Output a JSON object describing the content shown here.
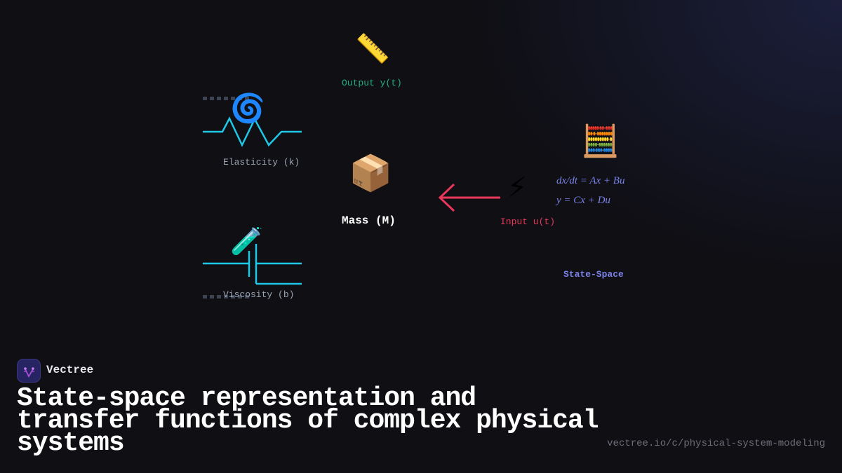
{
  "diagram": {
    "output": {
      "icon": "ruler-icon",
      "glyph": "📏",
      "label": "Output y(t)",
      "color": "#22b07d"
    },
    "spring": {
      "icon": "spiral-icon",
      "glyph": "🌀",
      "label": "Elasticity (k)",
      "color": "#1ec8e6"
    },
    "damper": {
      "icon": "test-tube-icon",
      "glyph": "🧪",
      "label": "Viscosity (b)",
      "color": "#1ec8e6"
    },
    "mass": {
      "icon": "package-icon",
      "glyph": "📦",
      "label": "Mass (M)"
    },
    "input": {
      "icon": "lightning-icon",
      "glyph": "⚡",
      "label": "Input u(t)",
      "arrow_color": "#e8375a"
    },
    "state_space": {
      "icon": "abacus-icon",
      "glyph": "🧮",
      "equations": [
        "dx/dt = Ax + Bu",
        "y = Cx + Du"
      ],
      "label": "State-Space",
      "color": "#7b82e8"
    }
  },
  "footer": {
    "brand": "Vectree",
    "title_lines": [
      "State-space representation and",
      "transfer functions of complex physical",
      "systems"
    ],
    "url": "vectree.io/c/physical-system-modeling"
  }
}
